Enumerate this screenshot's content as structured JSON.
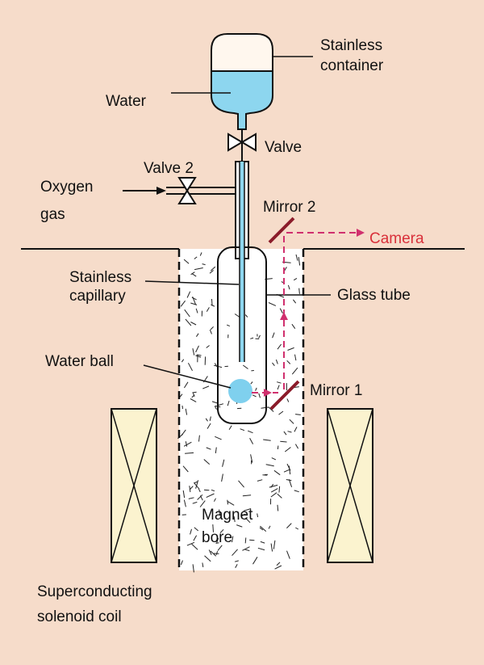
{
  "labels": {
    "stainless_container_line1": "Stainless",
    "stainless_container_line2": "container",
    "water": "Water",
    "valve": "Valve",
    "valve2": "Valve 2",
    "oxygen_line1": "Oxygen",
    "oxygen_line2": "gas",
    "mirror2": "Mirror 2",
    "camera": "Camera",
    "stainless_capillary_line1": "Stainless",
    "stainless_capillary_line2": "capillary",
    "glass_tube": "Glass tube",
    "water_ball": "Water ball",
    "mirror1": "Mirror 1",
    "magnet_bore_line1": "Magnet",
    "magnet_bore_line2": "bore",
    "coil_line1": "Superconducting",
    "coil_line2": "solenoid coil"
  },
  "colors": {
    "background": "#f6dcca",
    "bore_fill": "#ffffff",
    "water": "#8dd6ef",
    "water_ball": "#7fd0ee",
    "coil_fill": "#fbf3cf",
    "mirror": "#8b1c2a",
    "beam": "#d0306e",
    "camera_text": "#d9303a"
  }
}
